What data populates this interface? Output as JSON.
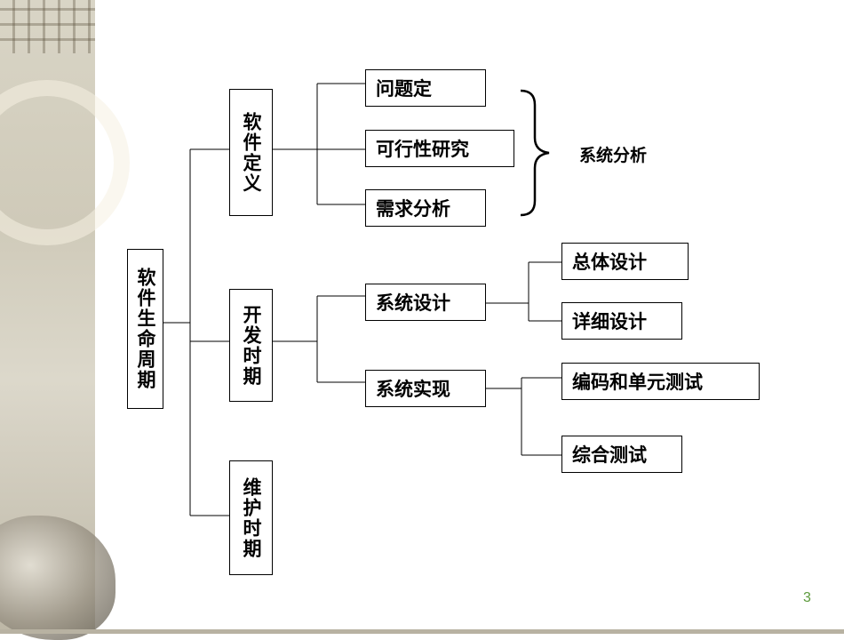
{
  "diagram": {
    "root": "软件生命周期",
    "phases": [
      {
        "label": "软件定义",
        "children": [
          "问题定",
          "可行性研究",
          "需求分析"
        ],
        "group_label": "系统分析"
      },
      {
        "label": "开发时期",
        "children": [
          {
            "label": "系统设计",
            "children": [
              "总体设计",
              "详细设计"
            ]
          },
          {
            "label": "系统实现",
            "children": [
              "编码和单元测试",
              "综合测试"
            ]
          }
        ]
      },
      {
        "label": "维护时期",
        "children": []
      }
    ]
  },
  "page_number": "3",
  "colors": {
    "line": "#000000",
    "box_border": "#000000",
    "page_number": "#5c9a3c"
  }
}
